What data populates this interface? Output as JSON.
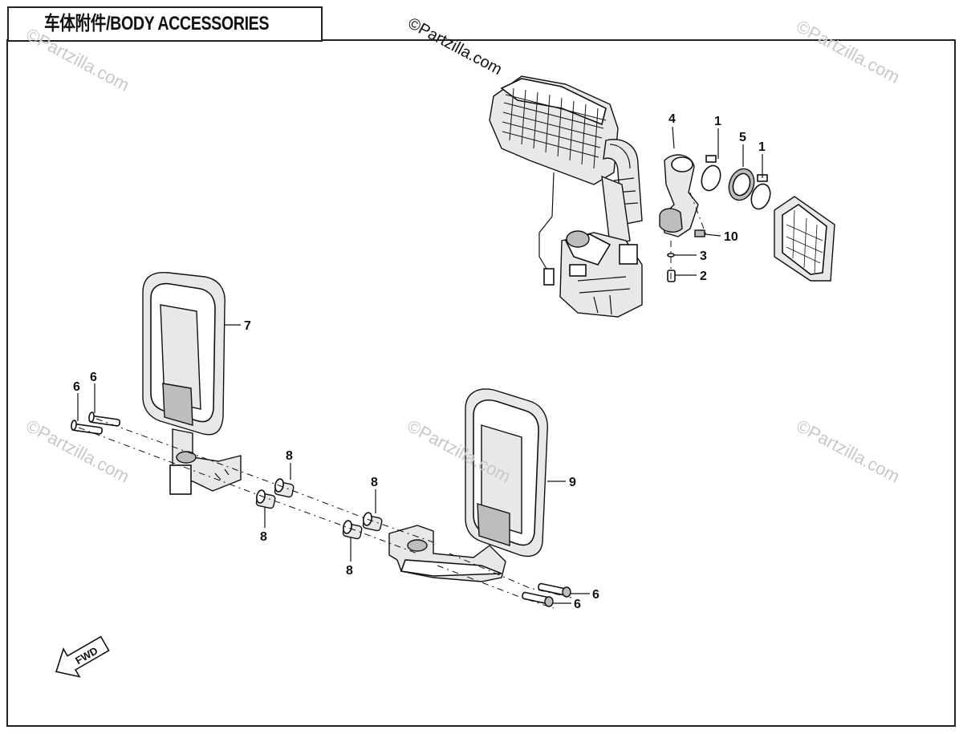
{
  "title": "车体附件/BODY ACCESSORIES",
  "watermarks": {
    "main": "©Partzilla.com",
    "faint": "©Partzilla.com"
  },
  "fwd_label": "FWD",
  "callouts": [
    "1",
    "1",
    "2",
    "3",
    "4",
    "5",
    "6",
    "6",
    "6",
    "6",
    "7",
    "8",
    "8",
    "8",
    "8",
    "9",
    "10"
  ],
  "icons": [
    "fwd-arrow-icon"
  ]
}
